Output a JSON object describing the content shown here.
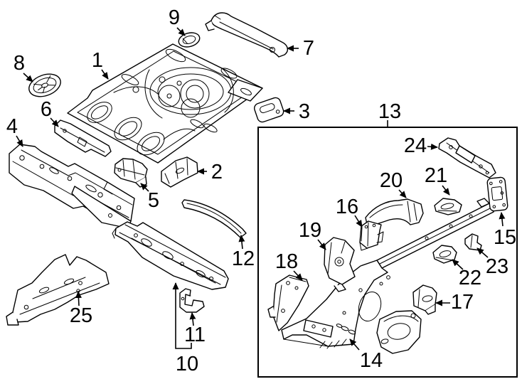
{
  "colors": {
    "background": "#ffffff",
    "line_art": "#000000",
    "inset_border": "#000000",
    "label_text": "#000000"
  },
  "callouts": {
    "c1": "1",
    "c2": "2",
    "c3": "3",
    "c4": "4",
    "c5": "5",
    "c6": "6",
    "c7": "7",
    "c8": "8",
    "c9": "9",
    "c10": "10",
    "c11": "11",
    "c12": "12",
    "c13": "13",
    "c14": "14",
    "c15": "15",
    "c16": "16",
    "c17": "17",
    "c18": "18",
    "c19": "19",
    "c20": "20",
    "c21": "21",
    "c22": "22",
    "c23": "23",
    "c24": "24",
    "c25": "25"
  }
}
